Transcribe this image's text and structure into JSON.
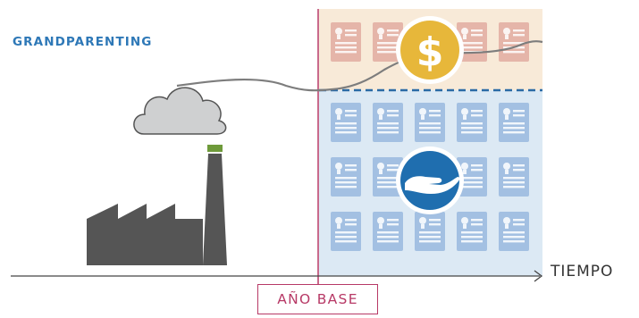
{
  "header": {
    "title": "GRANDPARENTING"
  },
  "axis": {
    "label": "TIEMPO"
  },
  "baseline": {
    "label": "AÑO BASE"
  },
  "icons": {
    "cloud": "cloud-icon",
    "factory": "factory-icon",
    "dollar": "dollar-icon",
    "hand": "hand-icon",
    "certificate": "certificate-icon"
  },
  "colors": {
    "title": "#2e78b7",
    "baseline": "#b73966",
    "purchased_zone": "#f8ead8",
    "purchased_certificate": "#e5b5a9",
    "allocated_zone": "#dce9f4",
    "allocated_certificate": "#a3c0e2",
    "dollar_coin": "#e7b73a",
    "hand_circle": "#1f6eaf",
    "factory": "#555555",
    "chimney_top": "#6e9a3a",
    "cloud": "#cfd0d1",
    "emissions_curve": "#7d7d7d",
    "divider_dashes": "#2a6aa5"
  },
  "certificate_grid": {
    "columns": 5,
    "purchased_rows": 1,
    "allocated_rows": 3
  }
}
